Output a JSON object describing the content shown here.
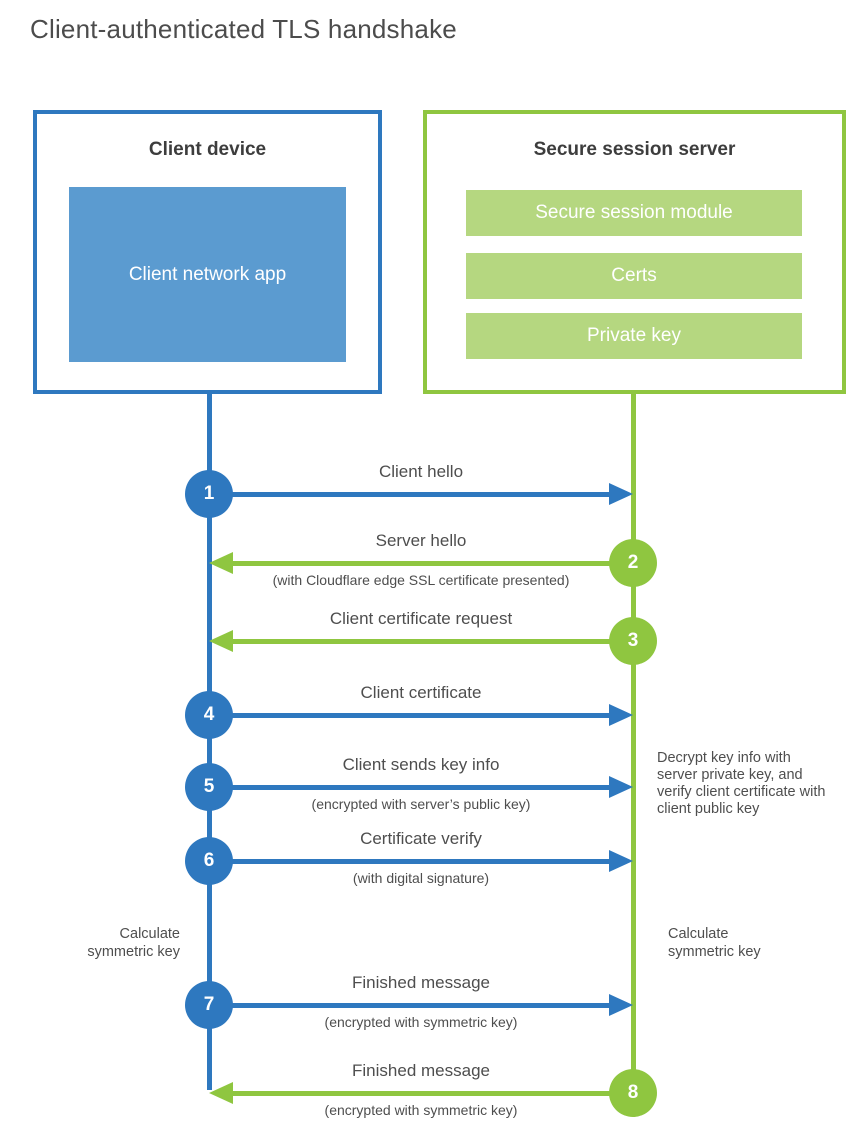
{
  "title": "Client-authenticated TLS handshake",
  "colors": {
    "blue": "#2e78bf",
    "blue_fill": "#5b9bd0",
    "green": "#8fc640",
    "green_fill": "#b5d780"
  },
  "client_box": {
    "title": "Client device",
    "app_label": "Client network app"
  },
  "server_box": {
    "title": "Secure session server",
    "modules": [
      "Secure session module",
      "Certs",
      "Private key"
    ]
  },
  "steps": [
    {
      "num": "1",
      "from": "client",
      "label": "Client hello",
      "sublabel": ""
    },
    {
      "num": "2",
      "from": "server",
      "label": "Server hello",
      "sublabel": "(with Cloudflare edge SSL certificate presented)"
    },
    {
      "num": "3",
      "from": "server",
      "label": "Client certificate request",
      "sublabel": ""
    },
    {
      "num": "4",
      "from": "client",
      "label": "Client certificate",
      "sublabel": ""
    },
    {
      "num": "5",
      "from": "client",
      "label": "Client sends key info",
      "sublabel": "(encrypted with server’s public key)"
    },
    {
      "num": "6",
      "from": "client",
      "label": "Certificate verify",
      "sublabel": "(with digital signature)"
    },
    {
      "num": "7",
      "from": "client",
      "label": "Finished message",
      "sublabel": "(encrypted with symmetric key)"
    },
    {
      "num": "8",
      "from": "server",
      "label": "Finished message",
      "sublabel": "(encrypted with symmetric key)"
    }
  ],
  "notes": {
    "decrypt_note": "Decrypt key info with server private key, and verify client certificate with client public key",
    "calc_left": "Calculate symmetric key",
    "calc_right": "Calculate symmetric key"
  }
}
